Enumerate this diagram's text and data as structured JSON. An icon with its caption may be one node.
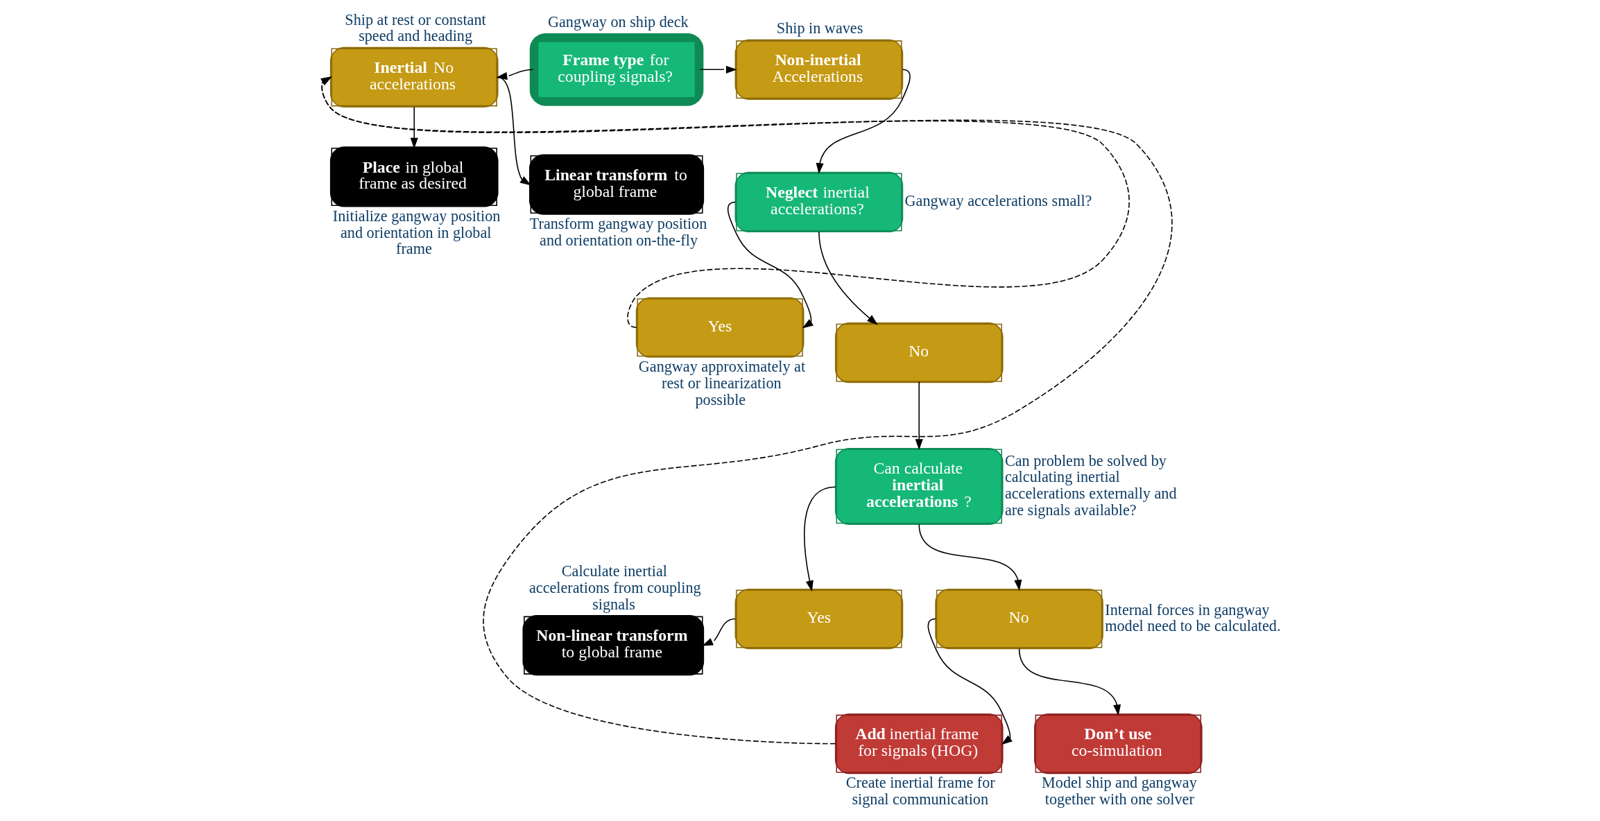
{
  "diagram": {
    "nodes": [
      {
        "text": [
          "**Frame type** for coupling signals?"
        ],
        "beside": [
          "Gangway on ship deck"
        ]
      },
      {
        "text": [
          "**Inertial** No accelerations"
        ],
        "beside": [
          "Ship at rest or constant speed and heading"
        ]
      },
      {
        "text": [
          "**Non-inertial** Accelerations"
        ],
        "beside": [
          "Ship in waves"
        ]
      },
      {
        "text": [
          "**Place** in global frame as desired"
        ],
        "beside": [
          "Initialize gangway position and orientation in global frame"
        ]
      },
      {
        "text": [
          "**Linear transform** to global frame"
        ],
        "beside": [
          "Transform gangway position and orientation on-the-fly"
        ]
      },
      {
        "text": [
          "**Neglect** inertial accelerations?"
        ],
        "beside": [
          "Gangway accelerations small?"
        ]
      },
      {
        "text": [
          "Yes"
        ],
        "beside": [
          "Gangway approximately at rest or linearization possible"
        ]
      },
      {
        "text": [
          "No"
        ]
      },
      {
        "text": [
          "Can calculate **inertial accelerations**?"
        ],
        "beside": [
          "Can problem be solved by calculating inertial accelerations externally and are signals available?"
        ]
      },
      {
        "text": [
          "Yes"
        ]
      },
      {
        "text": [
          "No"
        ],
        "beside": [
          "Internal forces in gangway model need to be calculated."
        ]
      },
      {
        "text": [
          "**Non-linear transform** to global frame"
        ],
        "beside": [
          "Calculate inertial accelerations from coupling signals"
        ]
      },
      {
        "text": [
          "**Add** inertial frame for signals (HOG)"
        ],
        "beside": [
          "Create inertial frame for signal communication"
        ]
      },
      {
        "text": [
          "**Don’t use** co-simulation"
        ],
        "beside": [
          "Model ship and gangway together with one solver"
        ]
      }
    ],
    "edges": [
      {
        "from": 0,
        "to": 1,
        "arrow": "to"
      },
      {
        "from": 0,
        "to": 2,
        "arrow": "to"
      },
      {
        "from": 1,
        "to": 3,
        "arrow": "to"
      },
      {
        "from": 1,
        "to": 4,
        "arrow": "to"
      },
      {
        "from": 2,
        "to": 5,
        "arrow": "to"
      },
      {
        "from": 5,
        "to": 6,
        "arrow": "to"
      },
      {
        "from": 5,
        "to": 7,
        "arrow": "to"
      },
      {
        "from": 7,
        "to": 8,
        "arrow": "to"
      },
      {
        "from": 8,
        "to": 9,
        "arrow": "to"
      },
      {
        "from": 8,
        "to": 10,
        "arrow": "to"
      },
      {
        "from": 9,
        "to": 11,
        "arrow": "to"
      },
      {
        "from": 10,
        "to": 12,
        "arrow": "to"
      },
      {
        "from": 10,
        "to": 13,
        "arrow": "to"
      },
      {
        "from": 6,
        "to": 1,
        "arrow": "to",
        "style": "dashed"
      },
      {
        "from": 12,
        "to": 1,
        "arrow": "to",
        "style": "dashed"
      }
    ]
  }
}
